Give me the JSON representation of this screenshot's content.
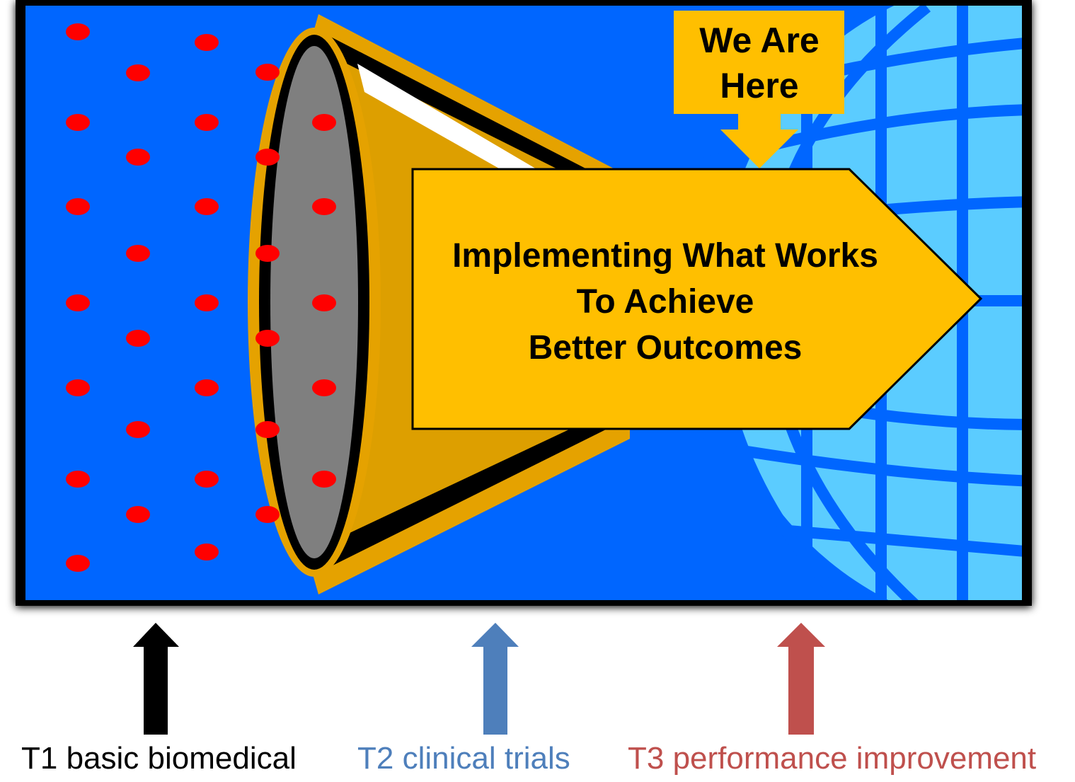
{
  "colors": {
    "background_blue": "#0066ff",
    "globe_light_blue": "#5bccff",
    "funnel_gold": "#e5a200",
    "callout_yellow": "#ffbf00",
    "dot_red": "#ff0000",
    "t1_color": "#000000",
    "t2_color": "#4e7fbb",
    "t3_color": "#bf504d"
  },
  "callout": {
    "line1": "We Are",
    "line2": "Here"
  },
  "banner": {
    "line1": "Implementing What Works",
    "line2": "To Achieve",
    "line3": "Better Outcomes"
  },
  "stages": [
    {
      "label": "T1 basic biomedical",
      "color": "#000000"
    },
    {
      "label": "T2 clinical trials",
      "color": "#4e7fbb"
    },
    {
      "label": "T3 performance improvement",
      "color": "#bf504d"
    }
  ],
  "icons": {
    "funnel": "funnel-icon",
    "globe": "globe-icon",
    "dots": "research-dots"
  }
}
